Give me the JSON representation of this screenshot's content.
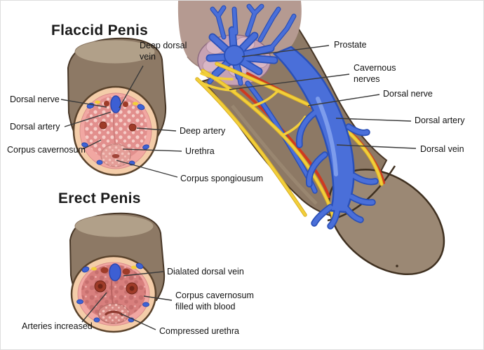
{
  "figure": {
    "background": "#ffffff",
    "border_color": "#dedede",
    "label_color": "#121212",
    "leader_line_color": "#3b3b3b"
  },
  "palette": {
    "shaft_brown": "#8d7965",
    "shaft_outline": "#473626",
    "shaft_cap": "#b1a089",
    "section_rim_peach": "#f4cda9",
    "tunica_pink": "#f1a7a2",
    "cavernosum_flaccid": "#e28f8d",
    "cavernosum_erect": "#d87f7d",
    "cavernosum_dots": "#f6cdc8",
    "deep_artery_red": "#9e3b28",
    "vein_blue": "#4a6fd9",
    "vein_blue_dark": "#2a50b8",
    "nerve_yellow": "#f2cf3a",
    "artery_red": "#cf3a20",
    "prostate_mauve": "#c7a2b3",
    "prostate_lobe": "#d8b6c5",
    "body_tan": "#b59a91",
    "glans_brown": "#9b8874"
  },
  "flaccid": {
    "title": "Flaccid Penis",
    "labels": {
      "deep_dorsal_vein": "Deep dorsal\nvein",
      "dorsal_nerve": "Dorsal nerve",
      "dorsal_artery": "Dorsal artery",
      "corpus_cavernosum": "Corpus cavernosum",
      "deep_artery": "Deep artery",
      "urethra": "Urethra",
      "corpus_spongiousum": "Corpus spongiousum"
    }
  },
  "erect": {
    "title": "Erect Penis",
    "labels": {
      "dialated_dorsal_vein": "Dialated dorsal vein",
      "corpus_cavernosum_blood": "Corpus cavernosum\nfilled with blood",
      "arteries_increased": "Arteries increased",
      "compressed_urethra": "Compressed urethra"
    }
  },
  "sagittal": {
    "labels": {
      "prostate": "Prostate",
      "cavernous_nerves": "Cavernous\nnerves",
      "dorsal_nerve": "Dorsal nerve",
      "dorsal_artery": "Dorsal artery",
      "dorsal_vein": "Dorsal vein"
    }
  }
}
